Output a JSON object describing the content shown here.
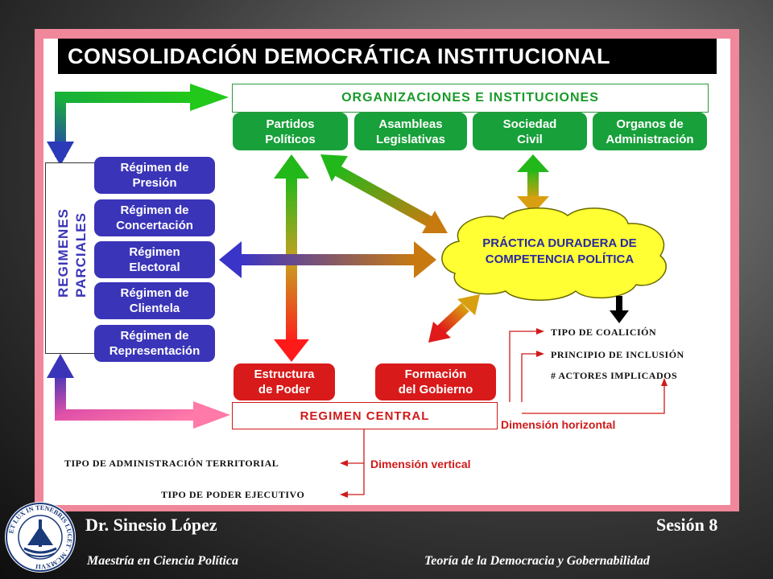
{
  "title": "CONSOLIDACIÓN DEMOCRÁTICA INSTITUCIONAL",
  "organizaciones": {
    "header": "ORGANIZACIONES E INSTITUCIONES",
    "items": [
      "Partidos\nPolíticos",
      "Asambleas\nLegislativas",
      "Sociedad\nCivil",
      "Organos de\nAdministración"
    ]
  },
  "regimenes": {
    "label": "REGIMENES\nPARCIALES",
    "items": [
      "Régimen de\nPresión",
      "Régimen de\nConcertación",
      "Régimen\nElectoral",
      "Régimen de\nClientela",
      "Régimen de\nRepresentación"
    ]
  },
  "practica": "PRÁCTICA DURADERA DE\nCOMPETENCIA POLÍTICA",
  "horizontal": {
    "items": [
      "TIPO DE COALICIÓN",
      "PRINCIPIO DE INCLUSIÓN",
      "# ACTORES IMPLICADOS"
    ],
    "label": "Dimensión horizontal"
  },
  "central": {
    "boxes": [
      "Estructura\nde Poder",
      "Formación\ndel Gobierno"
    ],
    "header": "REGIMEN CENTRAL"
  },
  "vertical": {
    "label": "Dimensión vertical",
    "items": [
      "TIPO DE ADMINISTRACIÓN TERRITORIAL",
      "TIPO DE PODER EJECUTIVO"
    ]
  },
  "footer": {
    "author": "Dr. Sinesio López",
    "session": "Sesión 8",
    "program": "Maestría en Ciencia Política",
    "course": "Teoría de la Democracia y Gobernabilidad"
  },
  "seal_text": "ET LUX IN TENEBRIS LUCET · MCMXVII",
  "colors": {
    "green": "#18a03a",
    "blue": "#3a34b8",
    "red": "#d81a1a",
    "frame": "#f0879a",
    "cloud": "#ffff33"
  },
  "icons": [
    "university-seal-icon"
  ]
}
